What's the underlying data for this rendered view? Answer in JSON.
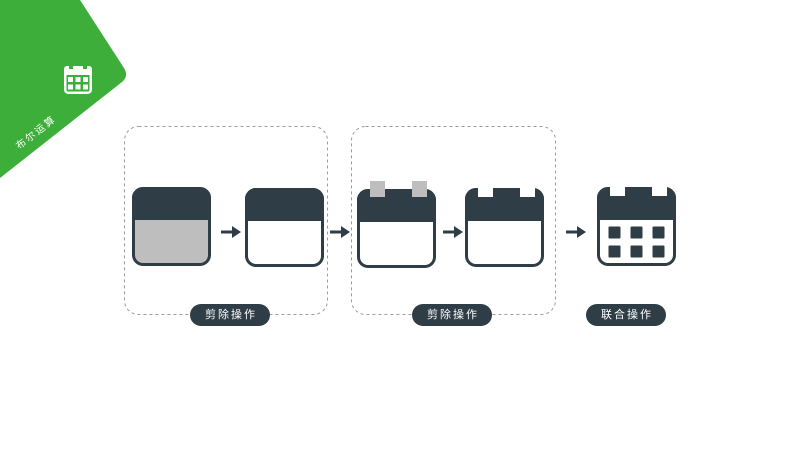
{
  "badge": {
    "title": "布尔运算",
    "icon": "calendar-icon"
  },
  "groups": [
    {
      "label": "剪除操作"
    },
    {
      "label": "剪除操作"
    },
    {
      "label": "联合操作"
    }
  ],
  "icons": [
    "calendar-icon",
    "arrow-right-icon"
  ],
  "colors": {
    "accent": "#3dae39",
    "dark": "#2f3d46",
    "gray": "#bebebe",
    "dashed": "#9b9b9b",
    "background": "#ffffff"
  }
}
